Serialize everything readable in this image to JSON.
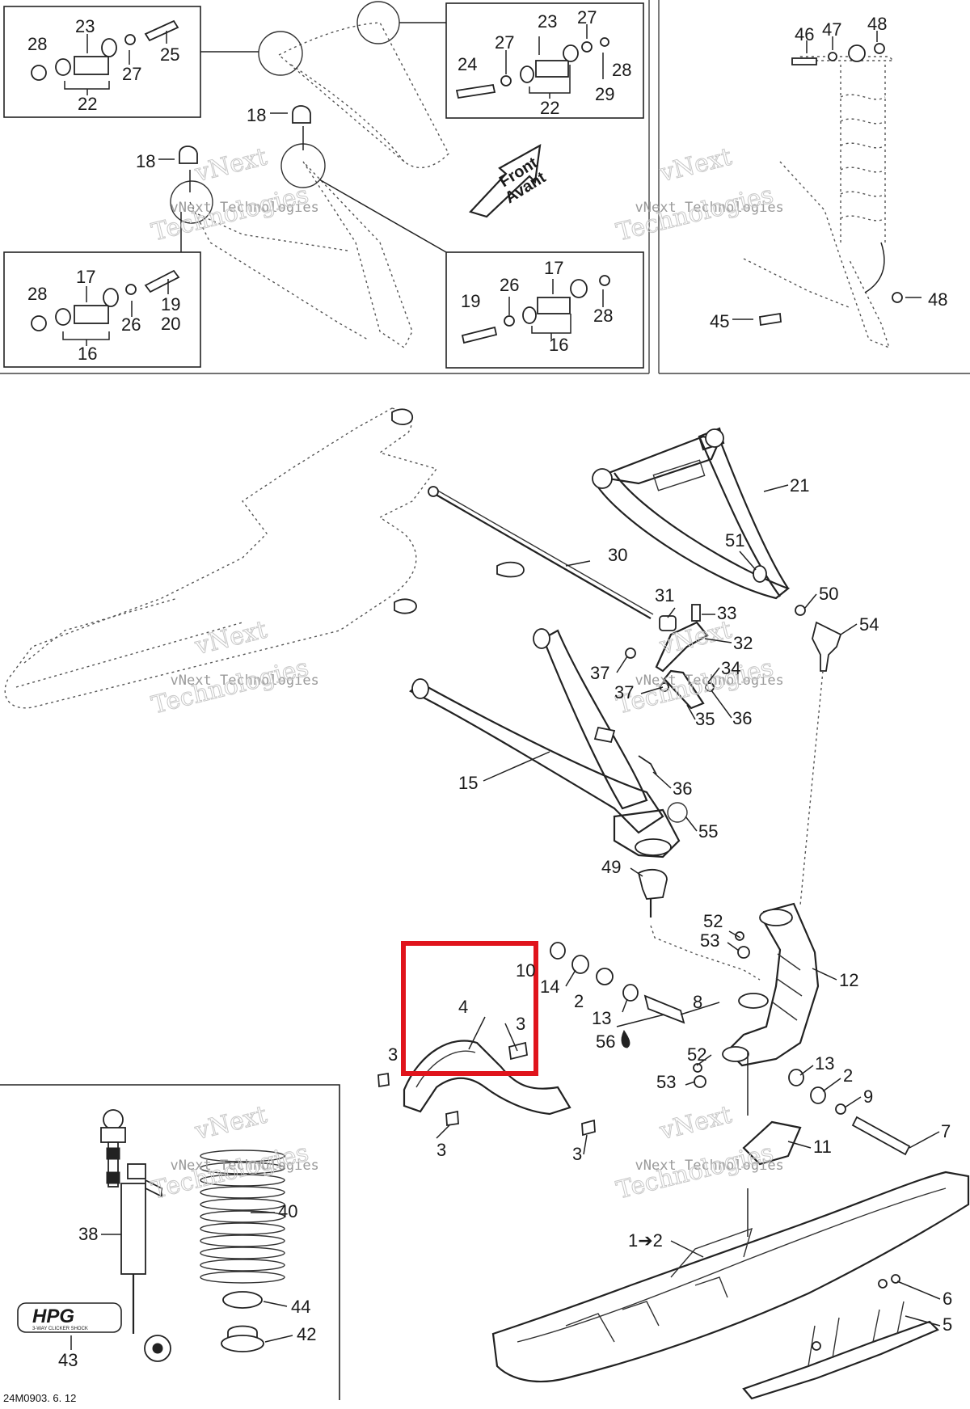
{
  "diagram": {
    "drawing_code": "24M0903. 6. 12",
    "front_arrow": {
      "line1": "Front",
      "line2": "Avant"
    },
    "logo": {
      "text": "HPG",
      "subtitle": "3-WAY CLICKER SHOCK"
    },
    "watermark": {
      "line1": "vNext",
      "line2": "vNext Technologies",
      "line3": "Technologies"
    },
    "highlight_color": "#e0141c",
    "callouts": {
      "tl_28": "28",
      "tl_23": "23",
      "tl_27": "27",
      "tl_25": "25",
      "tl_22": "22",
      "tr_23": "23",
      "tr_27a": "27",
      "tr_27b": "27",
      "tr_24": "24",
      "tr_28": "28",
      "tr_29": "29",
      "tr_22": "22",
      "m_18a": "18",
      "m_18b": "18",
      "bl_28": "28",
      "bl_17": "17",
      "bl_19": "19",
      "bl_20": "20",
      "bl_26": "26",
      "bl_16": "16",
      "br_17": "17",
      "br_19": "19",
      "br_26": "26",
      "br_28": "28",
      "br_16": "16",
      "s_46": "46",
      "s_47": "47",
      "s_48a": "48",
      "s_48b": "48",
      "s_45": "45",
      "c21": "21",
      "c30": "30",
      "c51": "51",
      "c31": "31",
      "c33": "33",
      "c50": "50",
      "c54": "54",
      "c32": "32",
      "c37a": "37",
      "c34": "34",
      "c37b": "37",
      "c35": "35",
      "c36a": "36",
      "c15": "15",
      "c36b": "36",
      "c55": "55",
      "c49": "49",
      "c52a": "52",
      "c53a": "53",
      "c12": "12",
      "c10": "10",
      "c14": "14",
      "c2a": "2",
      "c13a": "13",
      "c8": "8",
      "c56": "56",
      "c4": "4",
      "c3a": "3",
      "c3b": "3",
      "c3c": "3",
      "c3d": "3",
      "c52b": "52",
      "c53b": "53",
      "c13b": "13",
      "c2b": "2",
      "c9": "9",
      "c7": "7",
      "c11": "11",
      "c1to2": "1➔2",
      "c6": "6",
      "c5": "5",
      "c38": "38",
      "c40": "40",
      "c44": "44",
      "c42": "42",
      "c43": "43"
    }
  }
}
